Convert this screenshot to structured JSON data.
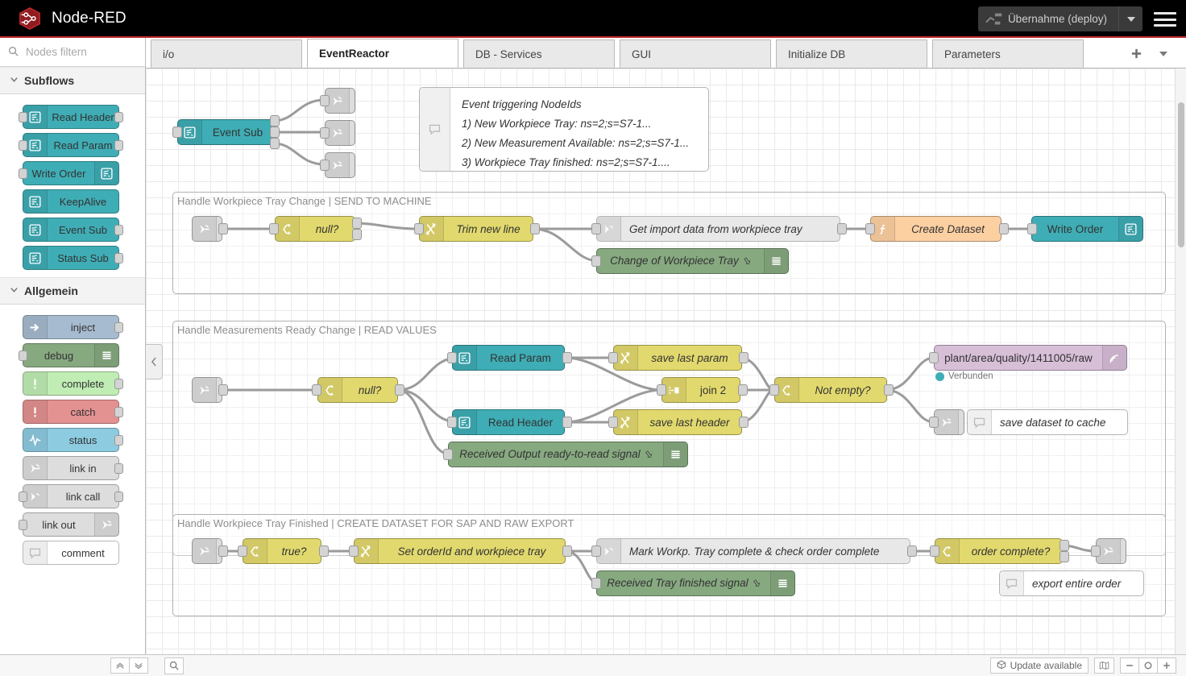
{
  "header": {
    "app_title": "Node-RED",
    "logo_icon": "node-red-hexagon-logo",
    "deploy_label": "Übernahme (deploy)",
    "deploy_icon": "deploy-icon",
    "deploy_caret_icon": "chevron-down-icon",
    "menu_icon": "hamburger-menu-icon"
  },
  "palette": {
    "search_placeholder": "Nodes filtern",
    "search_value": "",
    "search_icon": "search-icon",
    "categories": [
      {
        "name": "Subflows",
        "label": "Subflows",
        "chevron_icon": "chevron-down-icon",
        "nodes": [
          {
            "label": "Read Header",
            "color": "#3FADB5",
            "icon": "subflow-icon",
            "icon_side": "left",
            "has_input": true,
            "has_output": true
          },
          {
            "label": "Read Param",
            "color": "#3FADB5",
            "icon": "subflow-icon",
            "icon_side": "left",
            "has_input": true,
            "has_output": true
          },
          {
            "label": "Write Order",
            "color": "#3FADB5",
            "icon": "subflow-icon",
            "icon_side": "right",
            "has_input": true,
            "has_output": false
          },
          {
            "label": "KeepAlive",
            "color": "#3FADB5",
            "icon": "subflow-icon",
            "icon_side": "left",
            "has_input": false,
            "has_output": false
          },
          {
            "label": "Event Sub",
            "color": "#3FADB5",
            "icon": "subflow-icon",
            "icon_side": "left",
            "has_input": false,
            "has_output": true
          },
          {
            "label": "Status Sub",
            "color": "#3FADB5",
            "icon": "subflow-icon",
            "icon_side": "left",
            "has_input": false,
            "has_output": true
          }
        ]
      },
      {
        "name": "Allgemein",
        "label": "Allgemein",
        "chevron_icon": "chevron-down-icon",
        "nodes": [
          {
            "label": "inject",
            "color": "#A6BBCF",
            "icon": "inject-arrow-icon",
            "icon_side": "left",
            "has_input": false,
            "has_output": true
          },
          {
            "label": "debug",
            "color": "#87A980",
            "icon": "debug-lines-icon",
            "icon_side": "right",
            "has_input": true,
            "has_output": false
          },
          {
            "label": "complete",
            "color": "#C0EDB4",
            "icon": "exclamation-icon",
            "icon_side": "left",
            "has_input": false,
            "has_output": true
          },
          {
            "label": "catch",
            "color": "#E49191",
            "icon": "exclamation-icon",
            "icon_side": "left",
            "has_input": false,
            "has_output": true
          },
          {
            "label": "status",
            "color": "#8DCBE0",
            "icon": "pulse-wave-icon",
            "icon_side": "left",
            "has_input": false,
            "has_output": true
          },
          {
            "label": "link in",
            "color": "#DDDDDD",
            "icon": "link-icon",
            "icon_side": "left",
            "has_input": false,
            "has_output": true
          },
          {
            "label": "link call",
            "color": "#DDDDDD",
            "icon": "link-call-icon",
            "icon_side": "left",
            "has_input": true,
            "has_output": true
          },
          {
            "label": "link out",
            "color": "#DDDDDD",
            "icon": "link-icon",
            "icon_side": "right",
            "has_input": true,
            "has_output": false
          },
          {
            "label": "comment",
            "color": "#FFFFFF",
            "icon": "comment-bubble-icon",
            "icon_side": "left",
            "has_input": false,
            "has_output": false
          }
        ]
      }
    ]
  },
  "tabs": {
    "items": [
      {
        "label": "i/o",
        "active": false
      },
      {
        "label": "EventReactor",
        "active": true
      },
      {
        "label": "DB - Services",
        "active": false
      },
      {
        "label": "GUI",
        "active": false
      },
      {
        "label": "Initialize DB",
        "active": false
      },
      {
        "label": "Parameters",
        "active": false
      }
    ],
    "add_icon": "plus-icon",
    "more_icon": "chevron-down-icon"
  },
  "canvas": {
    "collapse_icon": "chevron-left-icon",
    "top_flow": {
      "event_sub": {
        "label": "Event Sub",
        "color": "#3FADB5",
        "icon": "subflow-icon"
      },
      "link_nodes": [
        {
          "label": "",
          "icon": "link-out-icon"
        },
        {
          "label": "",
          "icon": "link-out-icon"
        },
        {
          "label": "",
          "icon": "link-out-icon"
        }
      ],
      "comment": {
        "icon": "comment-bubble-icon",
        "lines": [
          "Event triggering NodeIds",
          "1) New Workpiece Tray: ns=2;s=S7-1...",
          "2) New Measurement Available: ns=2;s=S7-1...",
          "3) Workpiece Tray finished: ns=2;s=S7-1...."
        ]
      }
    },
    "groups": [
      {
        "label": "Handle Workpiece Tray Change | SEND TO MACHINE",
        "nodes": [
          {
            "label": "",
            "color": "#DDDDDD",
            "icon": "link-in-icon",
            "icon_side": "left"
          },
          {
            "label": "null?",
            "color": "#E2D96E",
            "icon": "switch-icon",
            "icon_side": "left"
          },
          {
            "label": "Trim new line",
            "color": "#E2D96E",
            "icon": "change-icon",
            "icon_side": "left"
          },
          {
            "label": "Get import data from workpiece tray",
            "color": "#E8E8E8",
            "icon": "link-call-icon",
            "icon_side": "left"
          },
          {
            "label": "Create Dataset",
            "color": "#FDD0A2",
            "icon": "function-icon",
            "icon_side": "left"
          },
          {
            "label": "Write Order",
            "color": "#3FADB5",
            "icon": "subflow-icon",
            "icon_side": "right"
          },
          {
            "label": "Change of Workpiece Tray",
            "color": "#87A980",
            "icon": "debug-lines-icon",
            "icon_side": "right"
          }
        ]
      },
      {
        "label": "Handle Measurements Ready Change | READ VALUES",
        "nodes": [
          {
            "label": "",
            "color": "#DDDDDD",
            "icon": "link-in-icon",
            "icon_side": "left"
          },
          {
            "label": "null?",
            "color": "#E2D96E",
            "icon": "switch-icon",
            "icon_side": "left"
          },
          {
            "label": "Read Param",
            "color": "#3FADB5",
            "icon": "subflow-icon",
            "icon_side": "left"
          },
          {
            "label": "Read Header",
            "color": "#3FADB5",
            "icon": "subflow-icon",
            "icon_side": "left"
          },
          {
            "label": "save last param",
            "color": "#E2D96E",
            "icon": "change-icon",
            "icon_side": "left"
          },
          {
            "label": "save last header",
            "color": "#E2D96E",
            "icon": "change-icon",
            "icon_side": "left"
          },
          {
            "label": "join 2",
            "color": "#E2D96E",
            "icon": "join-icon",
            "icon_side": "left"
          },
          {
            "label": "Not empty?",
            "color": "#E2D96E",
            "icon": "switch-icon",
            "icon_side": "left"
          },
          {
            "label": "Received Output ready-to-read signal",
            "color": "#87A980",
            "icon": "debug-lines-icon",
            "icon_side": "right"
          },
          {
            "label": "plant/area/quality/1411005/raw",
            "color": "#D8BFD8",
            "icon": "mqtt-icon",
            "icon_side": "right"
          },
          {
            "label": "save dataset to cache",
            "color": "#FFFFFF",
            "icon": "comment-bubble-icon",
            "icon_side": "left"
          },
          {
            "label": "",
            "color": "#DDDDDD",
            "icon": "link-out-icon",
            "icon_side": "left"
          }
        ],
        "mqtt_status": {
          "text": "Verbunden",
          "color": "#3FADB5"
        }
      },
      {
        "label": "Handle Workpiece Tray Finished | CREATE DATASET FOR SAP AND RAW EXPORT",
        "nodes": [
          {
            "label": "",
            "color": "#DDDDDD",
            "icon": "link-in-icon",
            "icon_side": "left"
          },
          {
            "label": "true?",
            "color": "#E2D96E",
            "icon": "switch-icon",
            "icon_side": "left"
          },
          {
            "label": "Set orderId and workpiece tray",
            "color": "#E2D96E",
            "icon": "change-icon",
            "icon_side": "left"
          },
          {
            "label": "Mark Workp. Tray complete & check order complete",
            "color": "#E8E8E8",
            "icon": "link-call-icon",
            "icon_side": "left"
          },
          {
            "label": "order complete?",
            "color": "#E2D96E",
            "icon": "switch-icon",
            "icon_side": "left"
          },
          {
            "label": "",
            "color": "#DDDDDD",
            "icon": "link-out-icon",
            "icon_side": "left"
          },
          {
            "label": "Received Tray finished signal",
            "color": "#87A980",
            "icon": "debug-lines-icon",
            "icon_side": "right"
          },
          {
            "label": "export entire order",
            "color": "#FFFFFF",
            "icon": "comment-bubble-icon",
            "icon_side": "left"
          }
        ]
      }
    ]
  },
  "footer": {
    "collapse_all_icon": "chevrons-up-icon",
    "expand_all_icon": "chevrons-down-icon",
    "search_icon": "search-icon",
    "update_label": "Update available",
    "update_icon": "package-icon",
    "navigator_icon": "map-icon",
    "zoom_out_icon": "minus-icon",
    "zoom_reset_icon": "circle-icon",
    "zoom_in_icon": "plus-icon"
  }
}
